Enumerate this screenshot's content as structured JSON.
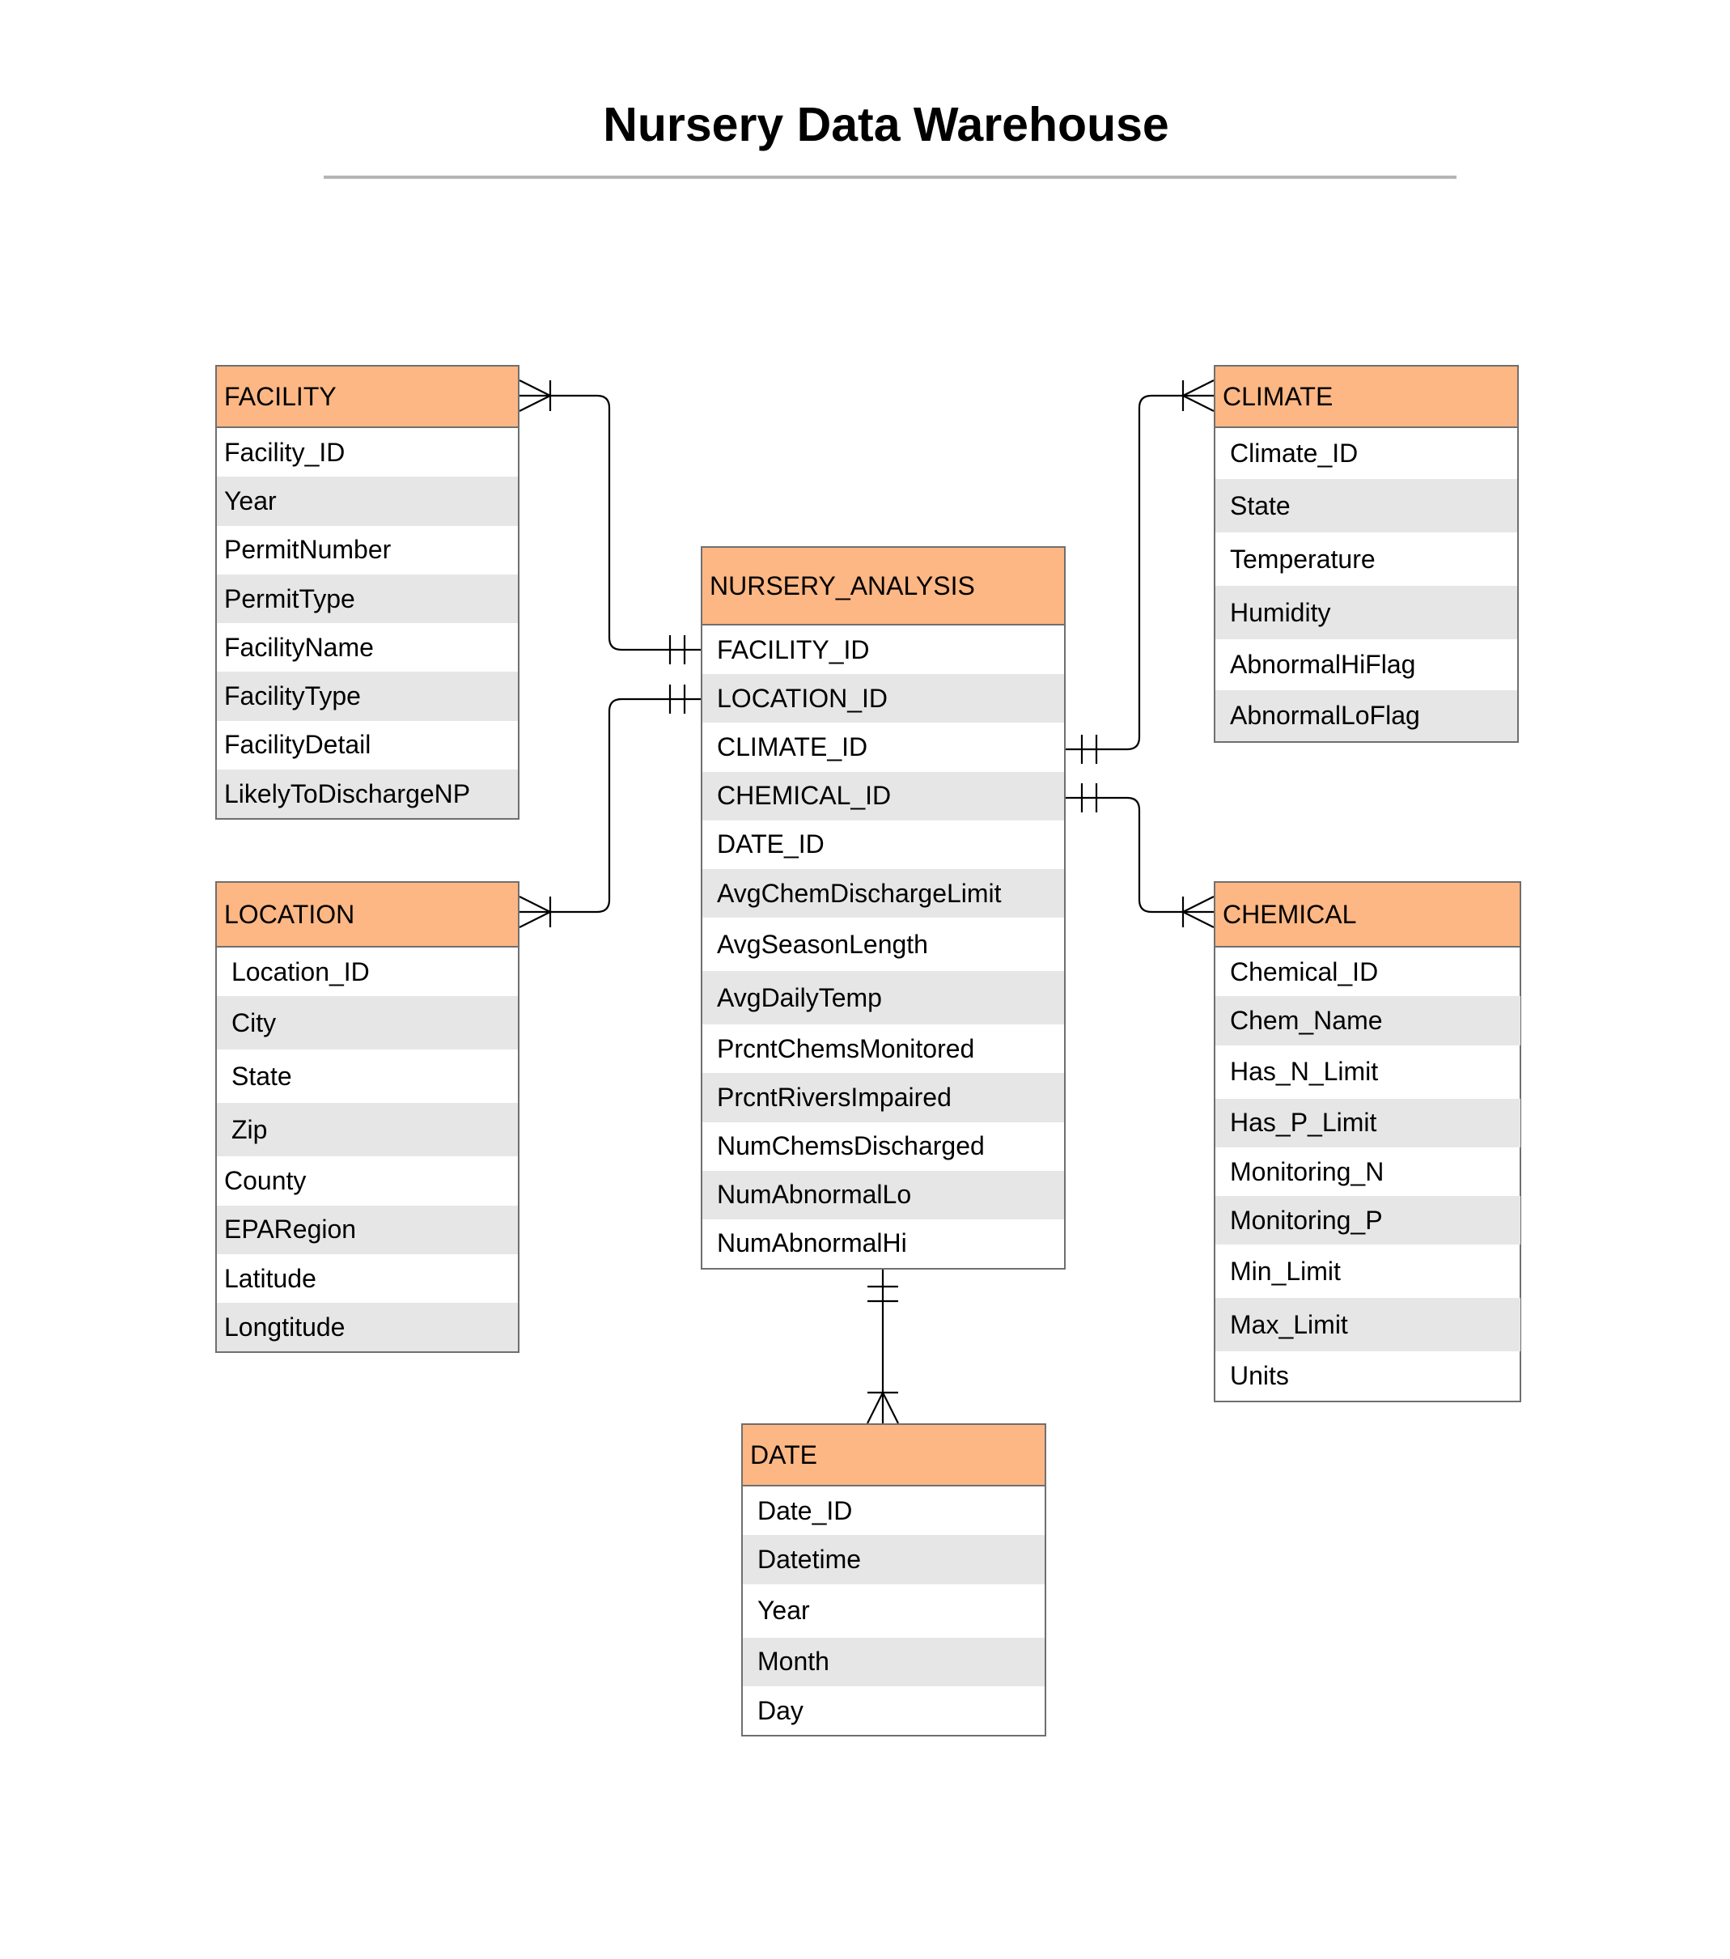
{
  "title": "Nursery Data Warehouse",
  "entities": {
    "facility": {
      "name": "FACILITY",
      "fields": [
        "Facility_ID",
        "Year",
        "PermitNumber",
        "PermitType",
        "FacilityName",
        "FacilityType",
        "FacilityDetail",
        "LikelyToDischargeNP"
      ]
    },
    "location": {
      "name": "LOCATION",
      "fields": [
        "Location_ID",
        "City",
        "State",
        "Zip",
        "County",
        "EPARegion",
        "Latitude",
        "Longtitude"
      ]
    },
    "nursery_analysis": {
      "name": "NURSERY_ANALYSIS",
      "fields": [
        "FACILITY_ID",
        "LOCATION_ID",
        "CLIMATE_ID",
        "CHEMICAL_ID",
        "DATE_ID",
        "AvgChemDischargeLimit",
        "AvgSeasonLength",
        "AvgDailyTemp",
        "PrcntChemsMonitored",
        "PrcntRiversImpaired",
        "NumChemsDischarged",
        "NumAbnormalLo",
        "NumAbnormalHi"
      ]
    },
    "climate": {
      "name": "CLIMATE",
      "fields": [
        "Climate_ID",
        "State",
        "Temperature",
        "Humidity",
        "AbnormalHiFlag",
        "AbnormalLoFlag"
      ]
    },
    "chemical": {
      "name": "CHEMICAL",
      "fields": [
        "Chemical_ID",
        "Chem_Name",
        "Has_N_Limit",
        "Has_P_Limit",
        "Monitoring_N",
        "Monitoring_P",
        "Min_Limit",
        "Max_Limit",
        "Units"
      ]
    },
    "date": {
      "name": "DATE",
      "fields": [
        "Date_ID",
        "Datetime",
        "Year",
        "Month",
        "Day"
      ]
    }
  },
  "colors": {
    "header_fill": "#fdb784",
    "alt_row_fill": "#e6e6e6",
    "border": "#6f6f6f"
  }
}
